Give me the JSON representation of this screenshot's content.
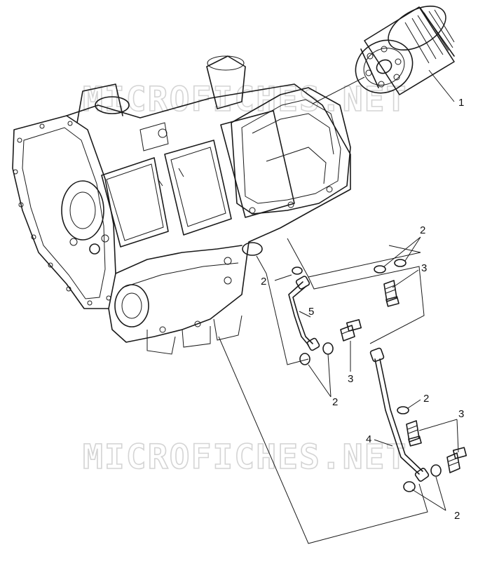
{
  "watermark": {
    "top": "MICROFICHES.NET",
    "bottom": "MICROFICHES.NET"
  },
  "callouts": {
    "c1": "1",
    "c2_upper_left": "2",
    "c2_upper_right": "2",
    "c3_upper_right": "3",
    "c5": "5",
    "c3_middle": "3",
    "c2_middle": "2",
    "c2_right_mid": "2",
    "c3_lower_right": "3",
    "c4": "4",
    "c2_bottom": "2"
  }
}
